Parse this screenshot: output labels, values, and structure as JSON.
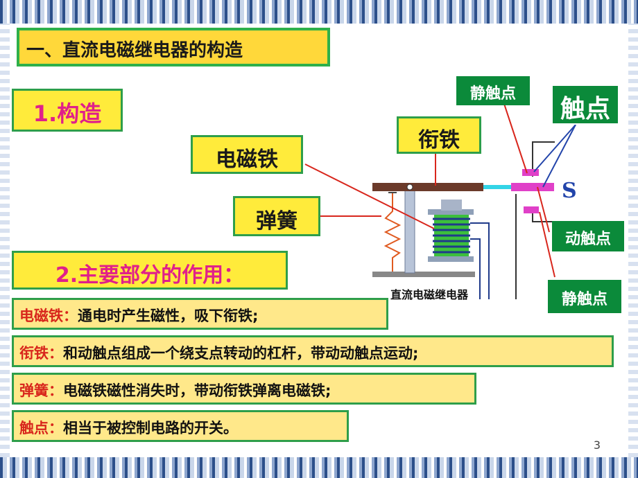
{
  "title": "一、直流电磁继电器的构造",
  "section1": "1.构造",
  "section2": "2.主要部分的作用：",
  "diagram": {
    "electromagnet": "电磁铁",
    "armature": "衔铁",
    "spring": "弹簧",
    "static_contact_top": "静触点",
    "contacts": "触点",
    "moving_contact": "动触点",
    "static_contact_bottom": "静触点",
    "s_label": "S",
    "caption": "直流电磁继电器"
  },
  "functions": [
    {
      "key": "电磁铁：",
      "value": "通电时产生磁性，吸下衔铁;"
    },
    {
      "key": "衔铁：",
      "value": "和动触点组成一个绕支点转动的杠杆，带动动触点运动;"
    },
    {
      "key": "弹簧：",
      "value": "电磁铁磁性消失时，带动衔铁弹离电磁铁;"
    },
    {
      "key": "触点：",
      "value": "相当于被控制电路的开关。"
    }
  ],
  "page_number": "3",
  "colors": {
    "title_bg": "#ffd83a",
    "box_border": "#2e9e4a",
    "tag_green": "#0b8a3a",
    "key_red": "#d8261c",
    "row_bg": "#ffe88a"
  }
}
